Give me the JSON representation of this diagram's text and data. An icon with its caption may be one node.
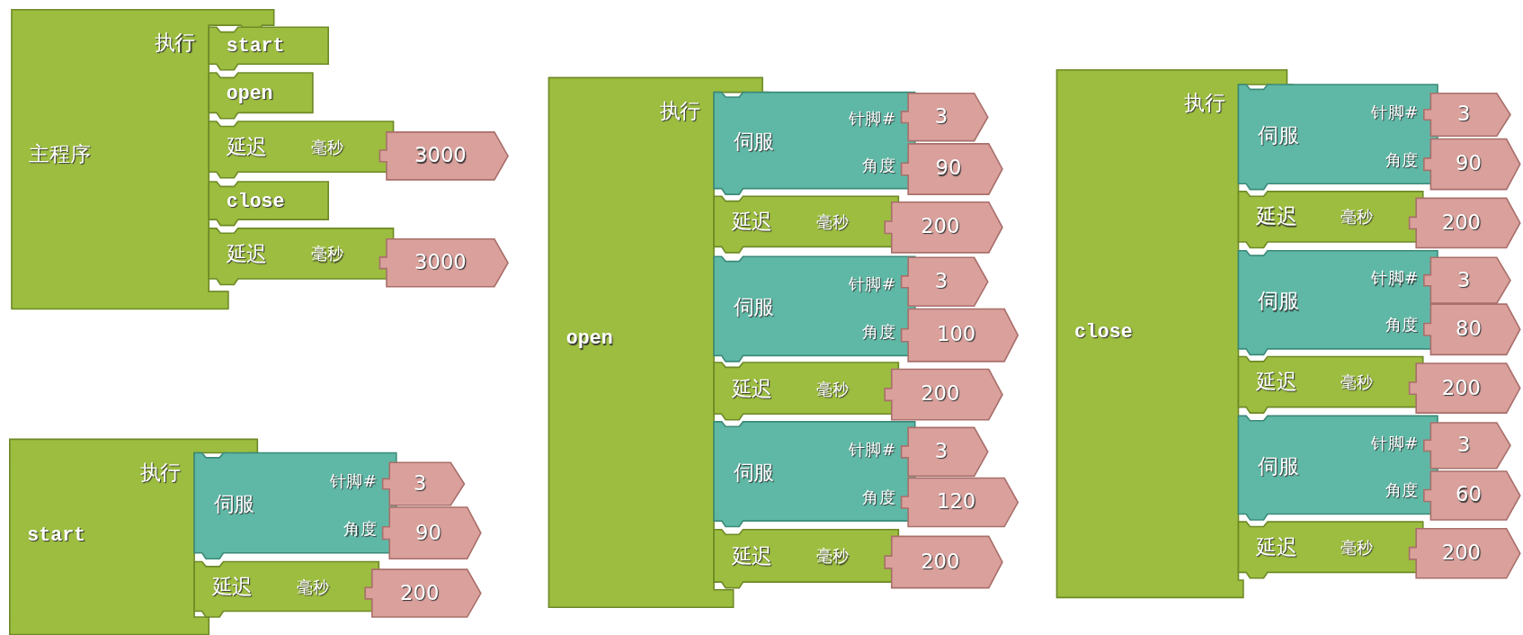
{
  "diagram": {
    "nodes": [
      {
        "text": [
          "主程序",
          "执行"
        ]
      },
      {
        "text": [
          "start"
        ]
      },
      {
        "text": [
          "open"
        ]
      },
      {
        "text": [
          "延迟",
          "毫秒"
        ]
      },
      {
        "text": [
          "3000"
        ]
      },
      {
        "text": [
          "close"
        ]
      },
      {
        "text": [
          "延迟",
          "毫秒"
        ]
      },
      {
        "text": [
          "3000"
        ]
      },
      {
        "text": [
          "start",
          "执行"
        ]
      },
      {
        "text": [
          "伺服",
          "针脚#",
          "角度"
        ]
      },
      {
        "text": [
          "3"
        ]
      },
      {
        "text": [
          "90"
        ]
      },
      {
        "text": [
          "延迟",
          "毫秒"
        ]
      },
      {
        "text": [
          "200"
        ]
      },
      {
        "text": [
          "open",
          "执行"
        ]
      },
      {
        "text": [
          "伺服",
          "针脚#",
          "角度"
        ]
      },
      {
        "text": [
          "3"
        ]
      },
      {
        "text": [
          "90"
        ]
      },
      {
        "text": [
          "延迟",
          "毫秒"
        ]
      },
      {
        "text": [
          "200"
        ]
      },
      {
        "text": [
          "伺服",
          "针脚#",
          "角度"
        ]
      },
      {
        "text": [
          "3"
        ]
      },
      {
        "text": [
          "100"
        ]
      },
      {
        "text": [
          "延迟",
          "毫秒"
        ]
      },
      {
        "text": [
          "200"
        ]
      },
      {
        "text": [
          "伺服",
          "针脚#",
          "角度"
        ]
      },
      {
        "text": [
          "3"
        ]
      },
      {
        "text": [
          "120"
        ]
      },
      {
        "text": [
          "延迟",
          "毫秒"
        ]
      },
      {
        "text": [
          "200"
        ]
      },
      {
        "text": [
          "close",
          "执行"
        ]
      },
      {
        "text": [
          "伺服",
          "针脚#",
          "角度"
        ]
      },
      {
        "text": [
          "3"
        ]
      },
      {
        "text": [
          "90"
        ]
      },
      {
        "text": [
          "延迟",
          "毫秒"
        ]
      },
      {
        "text": [
          "200"
        ]
      },
      {
        "text": [
          "伺服",
          "针脚#",
          "角度"
        ]
      },
      {
        "text": [
          "3"
        ]
      },
      {
        "text": [
          "80"
        ]
      },
      {
        "text": [
          "延迟",
          "毫秒"
        ]
      },
      {
        "text": [
          "200"
        ]
      },
      {
        "text": [
          "伺服",
          "针脚#",
          "角度"
        ]
      },
      {
        "text": [
          "3"
        ]
      },
      {
        "text": [
          "60"
        ]
      },
      {
        "text": [
          "延迟",
          "毫秒"
        ]
      },
      {
        "text": [
          "200"
        ]
      }
    ]
  }
}
